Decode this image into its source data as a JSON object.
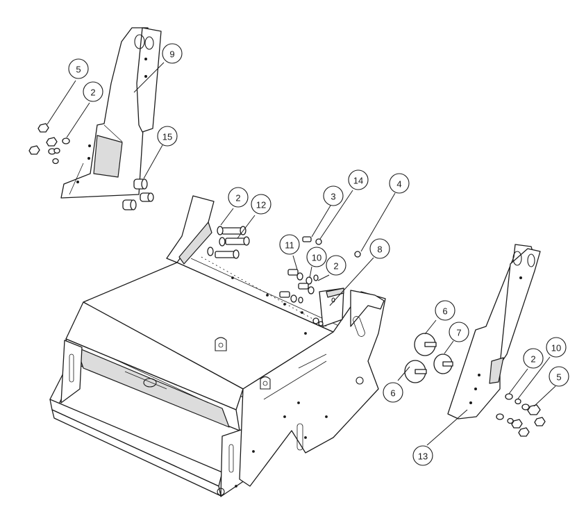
{
  "balloons": [
    {
      "id": "b-5-left",
      "label": "5"
    },
    {
      "id": "b-2-left",
      "label": "2"
    },
    {
      "id": "b-9",
      "label": "9"
    },
    {
      "id": "b-15",
      "label": "15"
    },
    {
      "id": "b-2-mid",
      "label": "2"
    },
    {
      "id": "b-12",
      "label": "12"
    },
    {
      "id": "b-3",
      "label": "3"
    },
    {
      "id": "b-14",
      "label": "14"
    },
    {
      "id": "b-4",
      "label": "4"
    },
    {
      "id": "b-11",
      "label": "11"
    },
    {
      "id": "b-10-mid",
      "label": "10"
    },
    {
      "id": "b-2-center",
      "label": "2"
    },
    {
      "id": "b-8",
      "label": "8"
    },
    {
      "id": "b-6-top",
      "label": "6"
    },
    {
      "id": "b-7",
      "label": "7"
    },
    {
      "id": "b-6-bottom",
      "label": "6"
    },
    {
      "id": "b-2-right",
      "label": "2"
    },
    {
      "id": "b-10-right",
      "label": "10"
    },
    {
      "id": "b-5-right",
      "label": "5"
    },
    {
      "id": "b-13",
      "label": "13"
    }
  ]
}
